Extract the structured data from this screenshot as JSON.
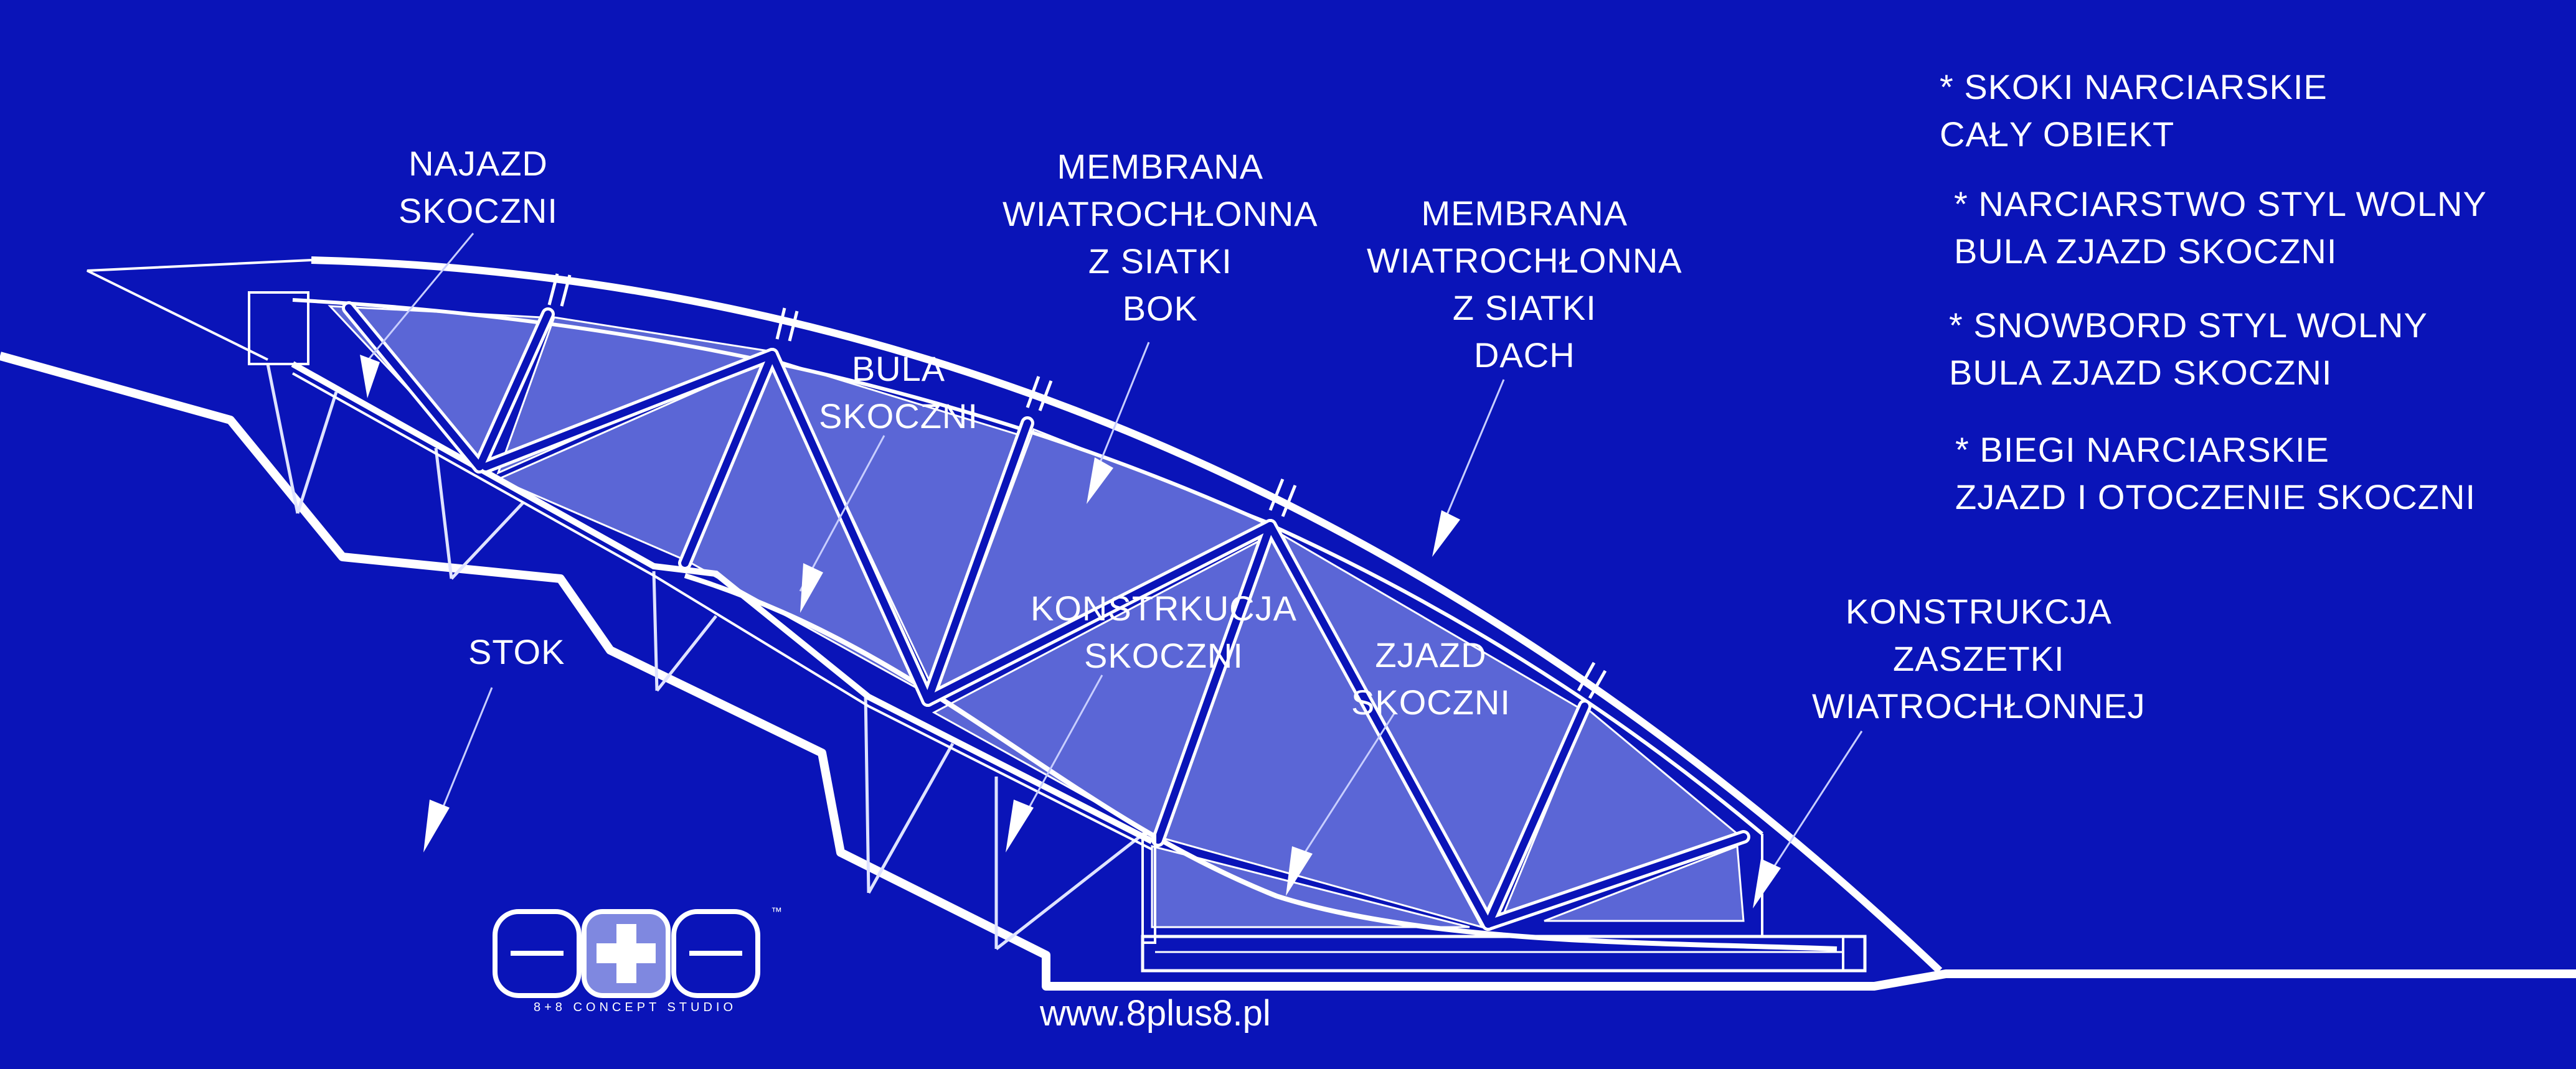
{
  "labels": {
    "najazd": [
      "NAJAZD",
      "SKOCZNI"
    ],
    "membrana_bok": [
      "MEMBRANA",
      "WIATROCHŁONNA",
      "Z SIATKI",
      "BOK"
    ],
    "membrana_dach": [
      "MEMBRANA",
      "WIATROCHŁONNA",
      "Z SIATKI",
      "DACH"
    ],
    "bula": [
      "BULA",
      "SKOCZNI"
    ],
    "stok": [
      "STOK"
    ],
    "konstrukcja_skoczni": [
      "KONSTRKUCJA",
      "SKOCZNI"
    ],
    "zjazd": [
      "ZJAZD",
      "SKOCZNI"
    ],
    "konstrukcja_zaszetki": [
      "KONSTRUKCJA",
      "ZASZETKI",
      "WIATROCHŁONNEJ"
    ]
  },
  "legend": [
    [
      "* SKOKI NARCIARSKIE",
      "CAŁY OBIEKT"
    ],
    [
      "* NARCIARSTWO STYL WOLNY",
      "BULA  ZJAZD SKOCZNI"
    ],
    [
      "* SNOWBORD STYL WOLNY",
      "BULA ZJAZD SKOCZNI"
    ],
    [
      "* BIEGI NARCIARSKIE",
      "ZJAZD I OTOCZENIE SKOCZNI"
    ]
  ],
  "logo": {
    "studio_name": "8+8 CONCEPT STUDIO",
    "trademark": "™",
    "website": "www.8plus8.pl"
  },
  "colors": {
    "background": "#0a14b8",
    "line": "#ffffff",
    "panel_fill": "#5b66d6",
    "logo_plus_fill": "#7f88e0"
  }
}
